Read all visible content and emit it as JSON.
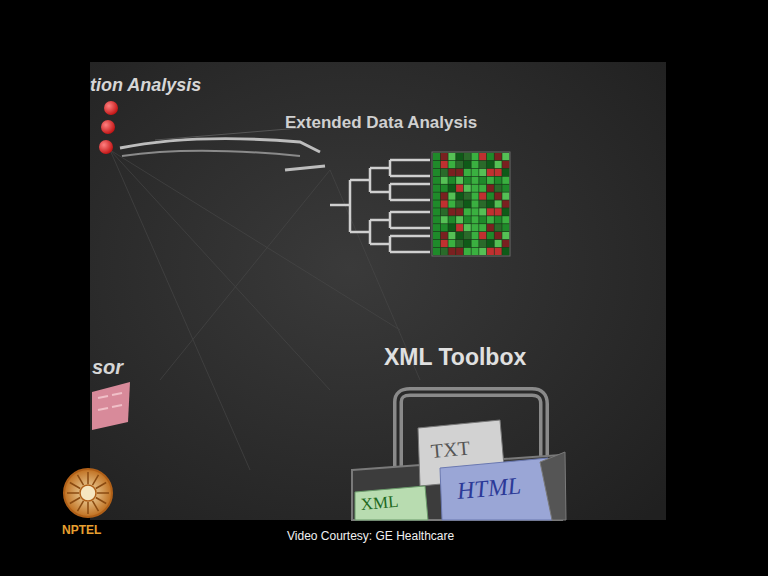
{
  "diagram": {
    "labels": [
      "tion Analysis",
      "Extended Data Analysis",
      "sor",
      "XML Toolbox",
      "TXT",
      "HTML",
      "XML",
      "NPTEL",
      "Video Courtesy: GE Healthcare"
    ]
  }
}
